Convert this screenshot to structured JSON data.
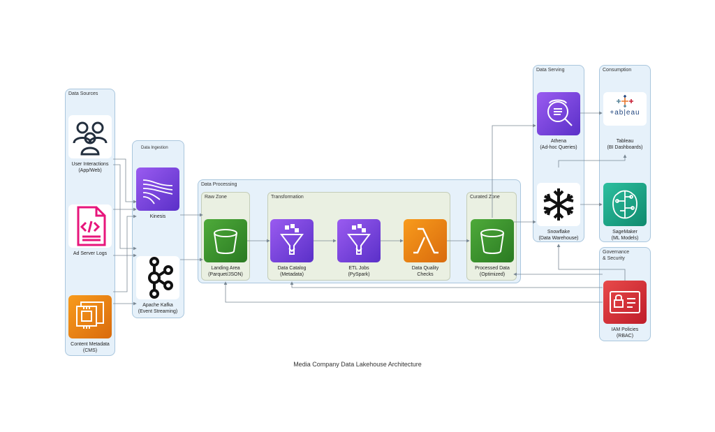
{
  "title": "Media Company Data Lakehouse Architecture",
  "clusters": {
    "data_sources": "Data Sources",
    "data_ingestion": "Data Ingestion",
    "data_processing": "Data Processing",
    "raw_zone": "Raw Zone",
    "transformation": "Transformation",
    "curated_zone": "Curated Zone",
    "data_serving": "Data Serving",
    "consumption": "Consumption",
    "governance": "Governance\n& Security"
  },
  "nodes": {
    "user_interactions": "User Interactions\n(App/Web)",
    "ad_server_logs": "Ad Server Logs",
    "content_metadata": "Content Metadata\n(CMS)",
    "kinesis": "Kinesis",
    "kafka": "Apache Kafka\n(Event Streaming)",
    "landing_area": "Landing Area\n(Parquet/JSON)",
    "data_catalog": "Data Catalog\n(Metadata)",
    "etl_jobs": "ETL Jobs\n(PySpark)",
    "data_quality": "Data Quality\nChecks",
    "processed_data": "Processed Data\n(Optimized)",
    "athena": "Athena\n(Ad-hoc Queries)",
    "snowflake": "Snowflake\n(Data Warehouse)",
    "tableau": "Tableau\n(BI Dashboards)",
    "sagemaker": "SageMaker\n(ML Models)",
    "iam": "IAM Policies\n(RBAC)"
  },
  "logo_text": {
    "tableau": "+ab|eau"
  },
  "colors": {
    "purple": "#7b42e0",
    "green": "#3b8f2e",
    "orange": "#ef7d17",
    "red": "#d62f3b",
    "edge": "#7a8894"
  }
}
